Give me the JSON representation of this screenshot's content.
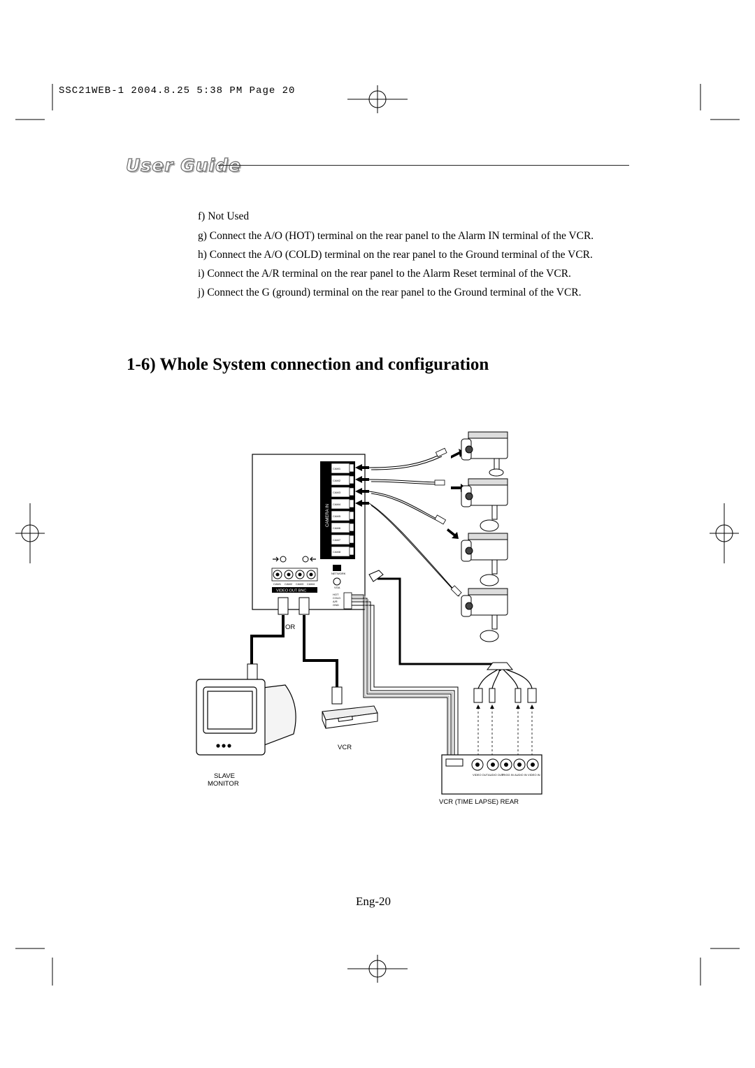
{
  "print_header": "SSC21WEB-1  2004.8.25  5:38 PM  Page 20",
  "brand": "User Guide",
  "instructions": [
    "f) Not Used",
    "g) Connect the A/O (HOT) terminal on the rear panel to the Alarm IN terminal of the VCR.",
    "h) Connect the A/O (COLD) terminal on the rear panel to the Ground terminal of the VCR.",
    "i) Connect the A/R terminal on the rear panel to the Alarm Reset terminal of the VCR.",
    "j) Connect the G (ground) terminal on the rear panel to the Ground terminal of the VCR."
  ],
  "section_title": "1-6) Whole System connection and configuration",
  "diagram": {
    "camera_in_label": "CAMERA IN",
    "cam_ports": [
      "CAM1",
      "CAM2",
      "CAM3",
      "CAM4",
      "CAM5",
      "CAM6",
      "CAM7",
      "CAM8"
    ],
    "video_out_ports": [
      "CAM1",
      "CAM2",
      "CAM3",
      "CAM4"
    ],
    "video_out_label": "VIDEO OUT BNC",
    "network_label": "NETWORK",
    "vga_label": "VGA",
    "alarm_terminals": [
      "HOT",
      "COLD",
      "A/R",
      "GND"
    ],
    "or_label": "OR",
    "slave_monitor_label": [
      "SLAVE",
      "MONITOR"
    ],
    "vcr_label": "VCR",
    "vcr_rear_label": "VCR (TIME LAPSE) REAR",
    "vcr_rear_ports": [
      "VIDEO OUT",
      "AUDIO OUT",
      "TRIGG IN",
      "AUDIO IN",
      "VIDEO IN"
    ]
  },
  "page_number": "Eng-20"
}
